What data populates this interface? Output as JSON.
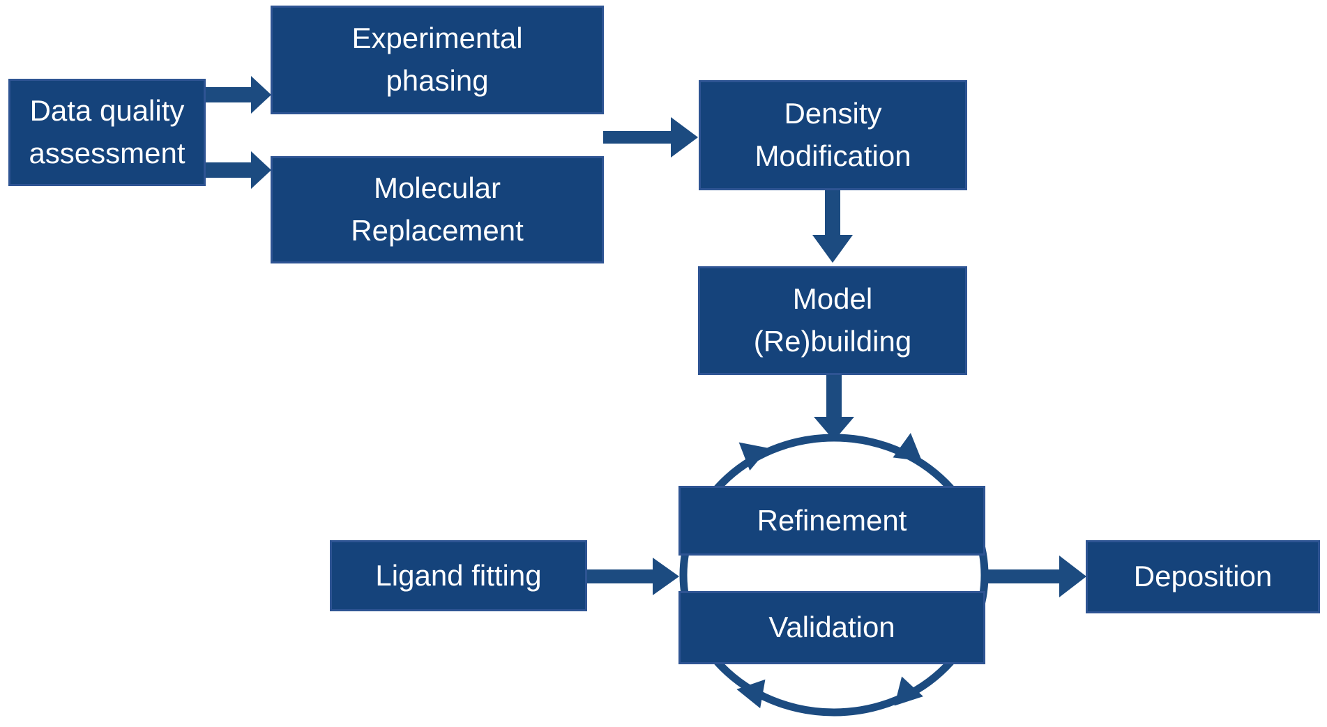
{
  "diagram": {
    "boxes": {
      "data_quality": {
        "lines": [
          "Data quality",
          "assessment"
        ]
      },
      "experimental_phasing": {
        "lines": [
          "Experimental",
          "phasing"
        ]
      },
      "molecular_replacement": {
        "lines": [
          "Molecular",
          "Replacement"
        ]
      },
      "density_modification": {
        "lines": [
          "Density",
          "Modification"
        ]
      },
      "model_rebuilding": {
        "lines": [
          "Model",
          "(Re)building"
        ]
      },
      "refinement": {
        "label": "Refinement"
      },
      "validation": {
        "label": "Validation"
      },
      "ligand_fitting": {
        "label": "Ligand fitting"
      },
      "deposition": {
        "label": "Deposition"
      }
    },
    "colors": {
      "box_fill": "#15437B",
      "box_border": "#2E5493",
      "arrow": "#1C4B80",
      "text": "#FFFFFF",
      "background": "#FFFFFF"
    }
  }
}
